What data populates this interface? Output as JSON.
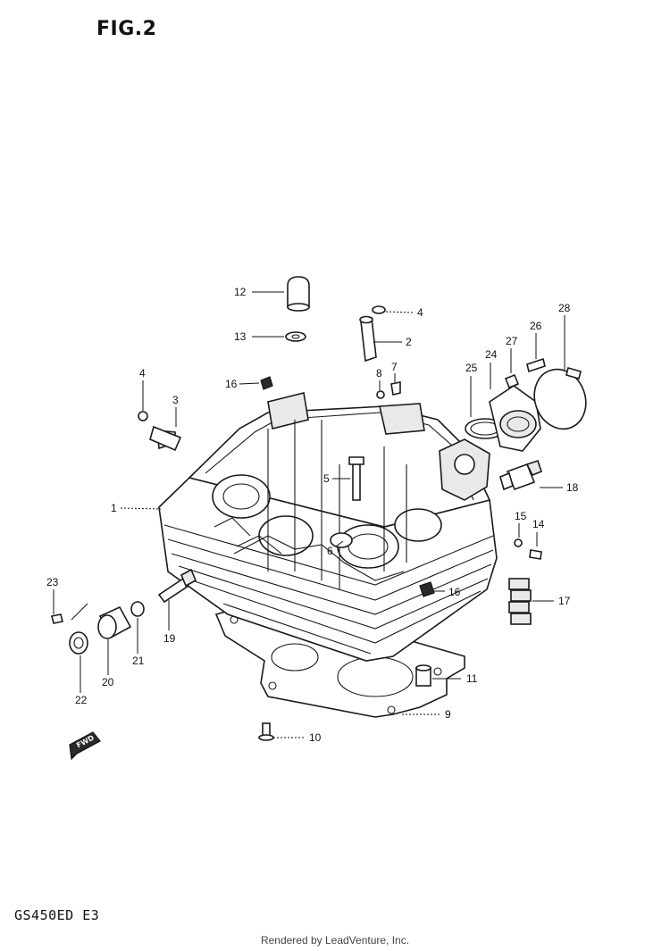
{
  "figure": {
    "title": "FIG.2",
    "model_code": "GS450ED  E3",
    "credit": "Rendered by LeadVenture, Inc.",
    "direction_tag": "FWD"
  },
  "callouts": [
    {
      "id": "c1",
      "label": "1"
    },
    {
      "id": "c2",
      "label": "2"
    },
    {
      "id": "c3",
      "label": "3"
    },
    {
      "id": "c4a",
      "label": "4"
    },
    {
      "id": "c4b",
      "label": "4"
    },
    {
      "id": "c5",
      "label": "5"
    },
    {
      "id": "c6",
      "label": "6"
    },
    {
      "id": "c7",
      "label": "7"
    },
    {
      "id": "c8",
      "label": "8"
    },
    {
      "id": "c9",
      "label": "9"
    },
    {
      "id": "c10",
      "label": "10"
    },
    {
      "id": "c11",
      "label": "11"
    },
    {
      "id": "c12",
      "label": "12"
    },
    {
      "id": "c13",
      "label": "13"
    },
    {
      "id": "c14",
      "label": "14"
    },
    {
      "id": "c15",
      "label": "15"
    },
    {
      "id": "c16a",
      "label": "16"
    },
    {
      "id": "c16b",
      "label": "16"
    },
    {
      "id": "c17",
      "label": "17"
    },
    {
      "id": "c18",
      "label": "18"
    },
    {
      "id": "c19",
      "label": "19"
    },
    {
      "id": "c20",
      "label": "20"
    },
    {
      "id": "c21",
      "label": "21"
    },
    {
      "id": "c22",
      "label": "22"
    },
    {
      "id": "c23",
      "label": "23"
    },
    {
      "id": "c24",
      "label": "24"
    },
    {
      "id": "c25",
      "label": "25"
    },
    {
      "id": "c26",
      "label": "26"
    },
    {
      "id": "c27",
      "label": "27"
    },
    {
      "id": "c28",
      "label": "28"
    }
  ]
}
